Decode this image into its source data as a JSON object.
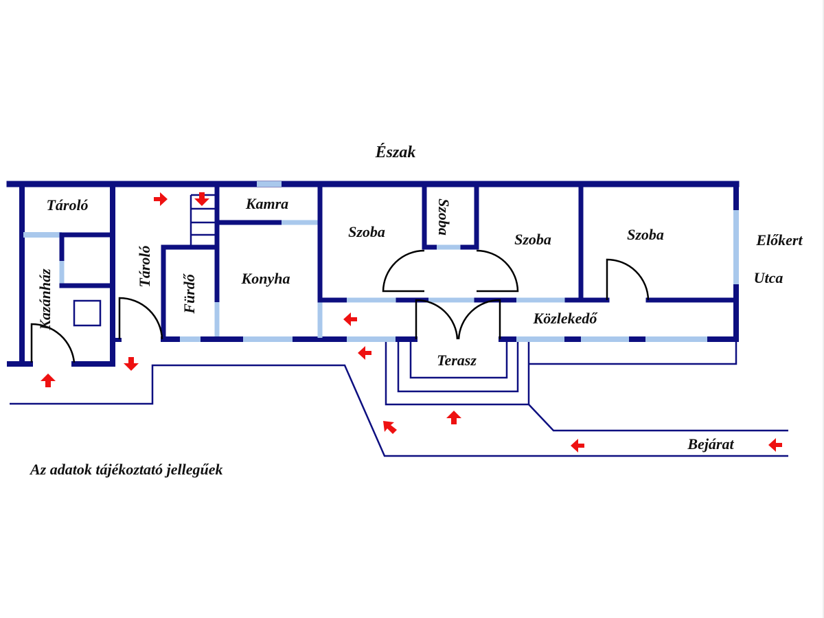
{
  "orientation_label": "Észak",
  "disclaimer": "Az adatok tájékoztató jellegűek",
  "colors": {
    "wall": "#0d0f80",
    "window": "#a9c8ec",
    "arrow": "#ee1111",
    "door": "#000000",
    "text": "#111111"
  },
  "rooms": {
    "taroló_1": "Tároló",
    "kazanhaz": "Kazánház",
    "taroló_2": "Tároló",
    "furdo": "Fürdő",
    "kamra": "Kamra",
    "konyha": "Konyha",
    "szoba_1": "Szoba",
    "szoba_2": "Szoba",
    "szoba_3": "Szoba",
    "szoba_4": "Szoba",
    "kozlekedo": "Közlekedő",
    "terasz": "Terasz"
  },
  "outside": {
    "elokert": "Előkert",
    "utca": "Utca",
    "bejarat": "Bejárat"
  },
  "arrows": [
    {
      "id": "a1",
      "direction": "right"
    },
    {
      "id": "a2",
      "direction": "down"
    },
    {
      "id": "a3",
      "direction": "down"
    },
    {
      "id": "a4",
      "direction": "up"
    },
    {
      "id": "a5",
      "direction": "left"
    },
    {
      "id": "a6",
      "direction": "left"
    },
    {
      "id": "a7",
      "direction": "up-left"
    },
    {
      "id": "a8",
      "direction": "up"
    },
    {
      "id": "a9",
      "direction": "left"
    },
    {
      "id": "a10",
      "direction": "left"
    }
  ]
}
